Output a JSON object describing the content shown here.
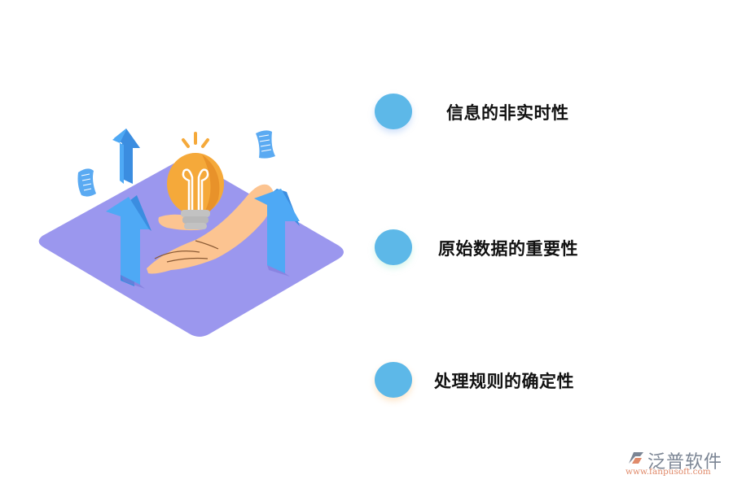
{
  "illustration": {
    "description": "hand-holding-lightbulb-on-isometric-platform",
    "colors": {
      "platform": "#9b97ee",
      "arrow": "#4ea9f5",
      "arrow_side": "#3b8de0",
      "bulb": "#f5a93a",
      "bulb_shade": "#e8922a",
      "hand": "#fcc491",
      "socket": "#c2c2c2",
      "paper": "#5aaaf2"
    }
  },
  "items": [
    {
      "label": "信息的非实时性",
      "dot_color": "#5db8e8"
    },
    {
      "label": "原始数据的重要性",
      "dot_color": "#5db8e8"
    },
    {
      "label": "处理规则的确定性",
      "dot_color": "#5db8e8"
    }
  ],
  "logo": {
    "name": "泛普软件",
    "url": "www.fanpusoft.com"
  }
}
